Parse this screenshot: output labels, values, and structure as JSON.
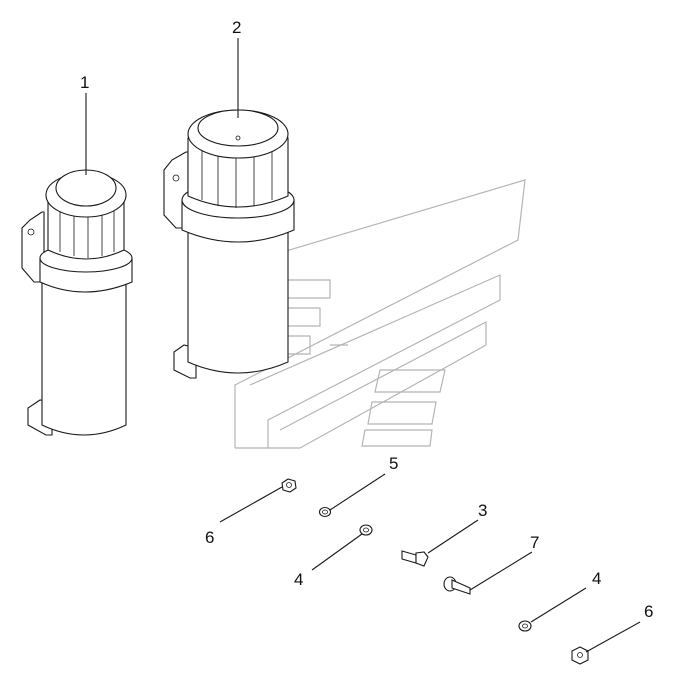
{
  "callouts": {
    "c1": "1",
    "c2": "2",
    "c3": "3",
    "c4a": "4",
    "c4b": "4",
    "c5": "5",
    "c6a": "6",
    "c6b": "6",
    "c7": "7"
  },
  "colors": {
    "line": "#1a1a1a",
    "watermark": "#b5b5b5",
    "background": "#ffffff"
  }
}
